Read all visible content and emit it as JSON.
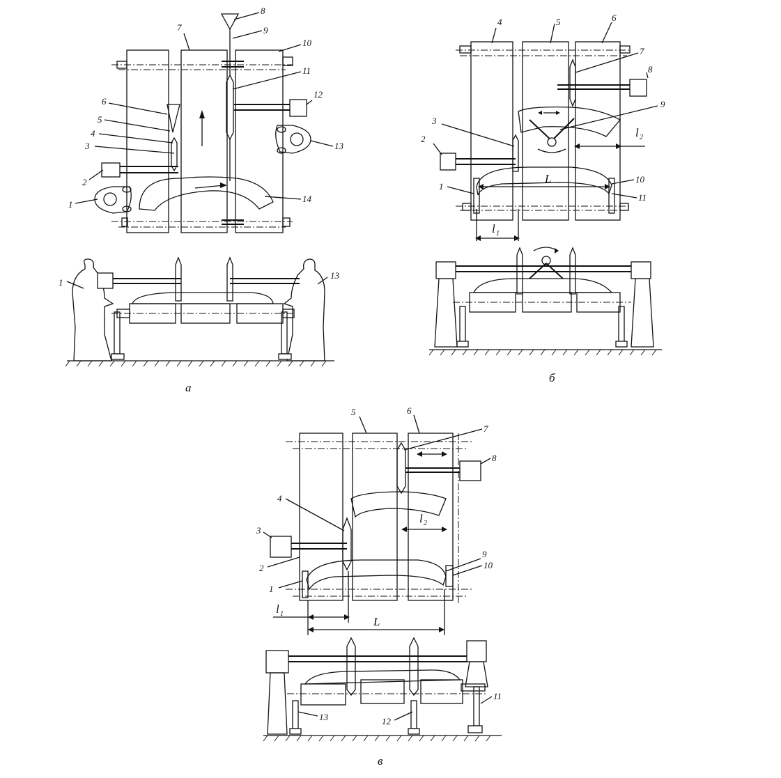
{
  "figure": {
    "panel_a": {
      "caption": "а",
      "plan_labels": [
        "1",
        "2",
        "3",
        "4",
        "5",
        "6",
        "7",
        "8",
        "9",
        "10",
        "11",
        "12",
        "13",
        "14"
      ],
      "side_labels": [
        "1",
        "13"
      ]
    },
    "panel_b": {
      "caption": "б",
      "plan_labels": [
        "1",
        "2",
        "3",
        "4",
        "5",
        "6",
        "7",
        "8",
        "9",
        "10",
        "11"
      ],
      "dims": {
        "L": "L",
        "l": "l",
        "sub1": "1",
        "sub2": "2"
      }
    },
    "panel_v": {
      "caption": "в",
      "plan_labels": [
        "1",
        "2",
        "3",
        "4",
        "5",
        "6",
        "7",
        "8",
        "9",
        "10"
      ],
      "side_labels": [
        "11",
        "12",
        "13"
      ],
      "dims": {
        "L": "L",
        "l": "l",
        "sub1": "1",
        "sub2": "2"
      }
    }
  }
}
